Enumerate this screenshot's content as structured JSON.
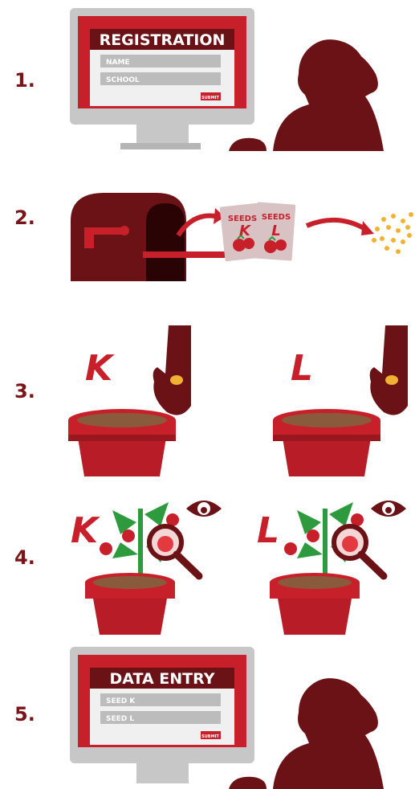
{
  "steps": [
    {
      "number": "1.",
      "screen": {
        "title": "REGISTRATION",
        "fields": [
          "NAME",
          "SCHOOL"
        ],
        "button": "SUBMIT"
      }
    },
    {
      "number": "2.",
      "packets": {
        "label": "SEEDS",
        "letters": [
          "K",
          "L"
        ]
      }
    },
    {
      "number": "3.",
      "pots": [
        "K",
        "L"
      ]
    },
    {
      "number": "4.",
      "plants": [
        "K",
        "L"
      ]
    },
    {
      "number": "5.",
      "screen": {
        "title": "DATA ENTRY",
        "fields": [
          "SEED K",
          "SEED L"
        ],
        "button": "SUBMIT"
      }
    }
  ],
  "colors": {
    "dark_maroon": "#6b1217",
    "red": "#c8202b",
    "light_red": "#e23a3f",
    "grey": "#c7c7c7",
    "dark_grey": "#a8a8a8",
    "soil": "#8a5a3c",
    "green": "#2e9a3e",
    "seed": "#f1b233"
  }
}
